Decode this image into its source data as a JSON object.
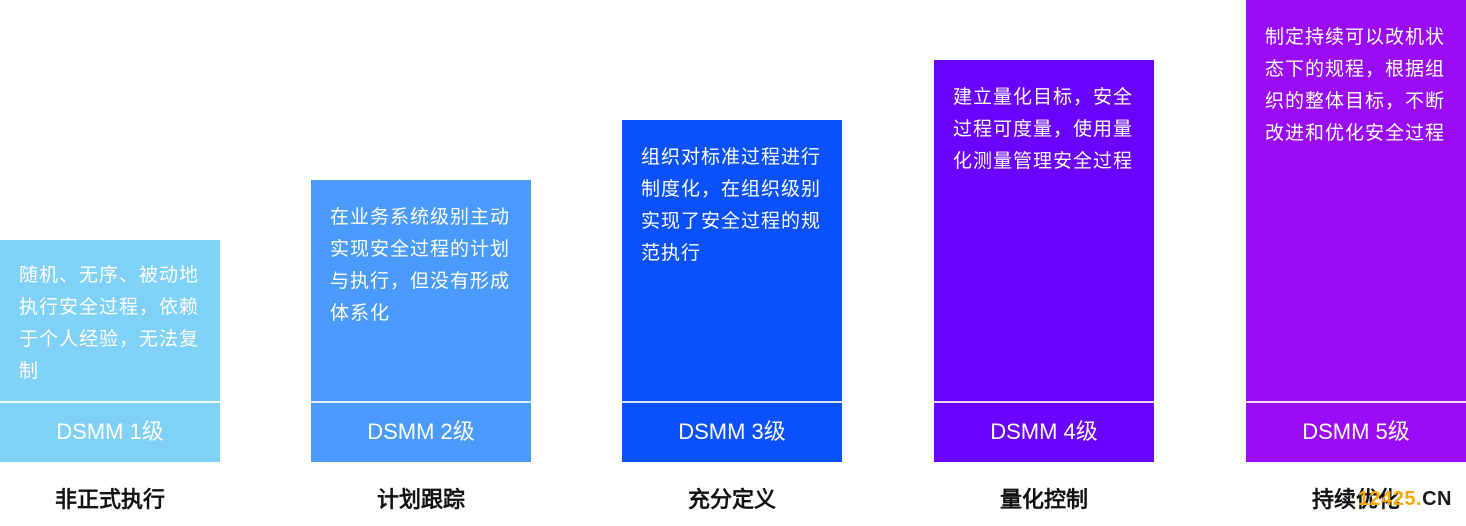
{
  "levels": [
    {
      "band": "DSMM 1级",
      "name": "非正式执行",
      "description": "随机、无序、被动地执行安全过程，依赖于个人经验，无法复制",
      "color": "#7fd1f5"
    },
    {
      "band": "DSMM 2级",
      "name": "计划跟踪",
      "description": "在业务系统级别主动实现安全过程的计划与执行，但没有形成体系化",
      "color": "#4a9bfb"
    },
    {
      "band": "DSMM 3级",
      "name": "充分定义",
      "description": "组织对标准过程进行制度化，在组织级别实现了安全过程的规范执行",
      "color": "#0a50fb"
    },
    {
      "band": "DSMM 4级",
      "name": "量化控制",
      "description": "建立量化目标，安全过程可度量，使用量化测量管理安全过程",
      "color": "#6a03fb"
    },
    {
      "band": "DSMM 5级",
      "name": "持续优化",
      "description": "制定持续可以改机状态下的规程，根据组织的整体目标，不断改进和优化安全过程",
      "color": "#9a0cf5"
    }
  ],
  "watermark": {
    "number": "12425",
    "dot": ".",
    "suffix": "CN"
  }
}
